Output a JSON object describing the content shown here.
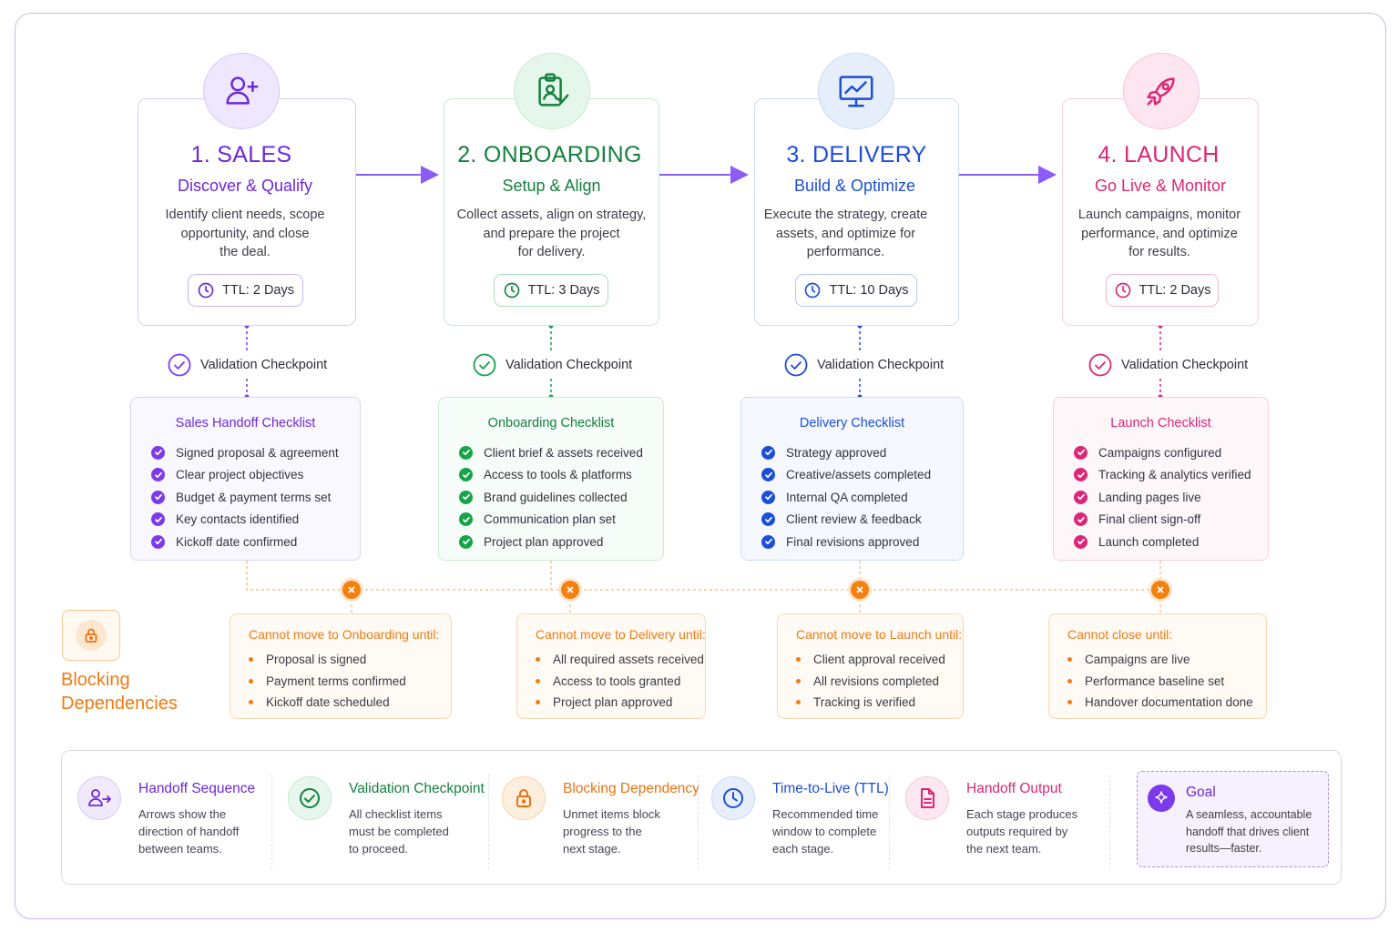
{
  "stages": [
    {
      "key": "sales",
      "title": "1. SALES",
      "subtitle": "Discover & Qualify",
      "description": [
        "Identify client needs, scope",
        "opportunity, and close",
        "the deal."
      ],
      "ttl": "TTL: 2 Days",
      "icon": "user-plus-icon",
      "color": "#6d28d9"
    },
    {
      "key": "onboarding",
      "title": "2. ONBOARDING",
      "subtitle": "Setup & Align",
      "description": [
        "Collect assets, align on strategy,",
        "and prepare the project",
        "for delivery."
      ],
      "ttl": "TTL: 3 Days",
      "icon": "clipboard-check-icon",
      "color": "#15803d"
    },
    {
      "key": "delivery",
      "title": "3. DELIVERY",
      "subtitle": "Build & Optimize",
      "description": [
        "Execute the strategy, create",
        "assets, and optimize for",
        "performance."
      ],
      "ttl": "TTL: 10 Days",
      "icon": "monitor-chart-icon",
      "color": "#1d4ed8"
    },
    {
      "key": "launch",
      "title": "4. LAUNCH",
      "subtitle": "Go Live & Monitor",
      "description": [
        "Launch campaigns, monitor",
        "performance, and optimize",
        "for results."
      ],
      "ttl": "TTL: 2 Days",
      "icon": "rocket-icon",
      "color": "#db2777"
    }
  ],
  "checkpoint_label": "Validation Checkpoint",
  "checklists": [
    {
      "title": "Sales Handoff Checklist",
      "items": [
        "Signed proposal & agreement",
        "Clear project objectives",
        "Budget & payment terms set",
        "Key contacts identified",
        "Kickoff date confirmed"
      ]
    },
    {
      "title": "Onboarding Checklist",
      "items": [
        "Client brief & assets received",
        "Access to tools & platforms",
        "Brand guidelines collected",
        "Communication plan set",
        "Project plan approved"
      ]
    },
    {
      "title": "Delivery Checklist",
      "items": [
        "Strategy approved",
        "Creative/assets completed",
        "Internal QA completed",
        "Client review & feedback",
        "Final revisions approved"
      ]
    },
    {
      "title": "Launch Checklist",
      "items": [
        "Campaigns configured",
        "Tracking & analytics verified",
        "Landing pages live",
        "Final client sign-off",
        "Launch completed"
      ]
    }
  ],
  "blocking": {
    "title_line1": "Blocking",
    "title_line2": "Dependencies",
    "cards": [
      {
        "title": "Cannot move to Onboarding until:",
        "items": [
          "Proposal is signed",
          "Payment terms confirmed",
          "Kickoff date scheduled"
        ]
      },
      {
        "title": "Cannot move to Delivery until:",
        "items": [
          "All required assets received",
          "Access to tools granted",
          "Project plan approved"
        ]
      },
      {
        "title": "Cannot move to Launch until:",
        "items": [
          "Client approval received",
          "All revisions completed",
          "Tracking is verified"
        ]
      },
      {
        "title": "Cannot close until:",
        "items": [
          "Campaigns are live",
          "Performance baseline set",
          "Handover documentation done"
        ]
      }
    ]
  },
  "legend": [
    {
      "title": "Handoff Sequence",
      "description": [
        "Arrows show the",
        "direction of handoff",
        "between teams."
      ],
      "icon": "user-arrow-icon",
      "color": "#6d28d9"
    },
    {
      "title": "Validation Checkpoint",
      "description": [
        "All checklist items",
        "must be completed",
        "to proceed."
      ],
      "icon": "check-circle-icon",
      "color": "#15803d"
    },
    {
      "title": "Blocking Dependency",
      "description": [
        "Unmet items block",
        "progress to the",
        "next stage."
      ],
      "icon": "lock-icon",
      "color": "#ea7212"
    },
    {
      "title": "Time-to-Live (TTL)",
      "description": [
        "Recommended time",
        "window to complete",
        "each stage."
      ],
      "icon": "clock-icon",
      "color": "#1d4ed8"
    },
    {
      "title": "Handoff Output",
      "description": [
        "Each stage produces",
        "outputs required by",
        "the next team."
      ],
      "icon": "document-icon",
      "color": "#db2777"
    }
  ],
  "goal": {
    "title": "Goal",
    "description": [
      "A seamless, accountable",
      "handoff that drives client",
      "results—faster."
    ],
    "icon": "sparkle-icon"
  }
}
